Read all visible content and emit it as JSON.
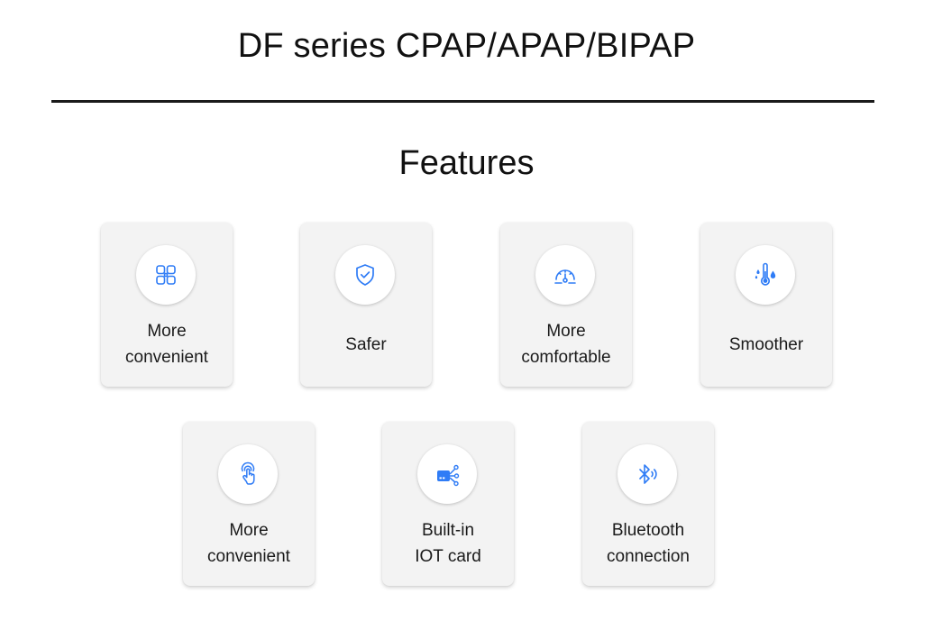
{
  "header": {
    "title": "DF series CPAP/APAP/BIPAP"
  },
  "section": {
    "title": "Features"
  },
  "colors": {
    "icon_accent": "#2f7cf6",
    "card_background": "#f3f3f3",
    "divider": "#1a1a1a"
  },
  "features": [
    {
      "icon": "grid-icon",
      "line1": "More",
      "line2": "convenient"
    },
    {
      "icon": "shield-check-icon",
      "line1": "Safer",
      "line2": ""
    },
    {
      "icon": "gauge-icon",
      "line1": "More",
      "line2": "comfortable"
    },
    {
      "icon": "thermometer-droplet-icon",
      "line1": "Smoother",
      "line2": ""
    },
    {
      "icon": "touch-icon",
      "line1": "More",
      "line2": "convenient"
    },
    {
      "icon": "iot-card-icon",
      "line1": "Built-in",
      "line2": "IOT card"
    },
    {
      "icon": "bluetooth-icon",
      "line1": "Bluetooth",
      "line2": "connection"
    }
  ]
}
